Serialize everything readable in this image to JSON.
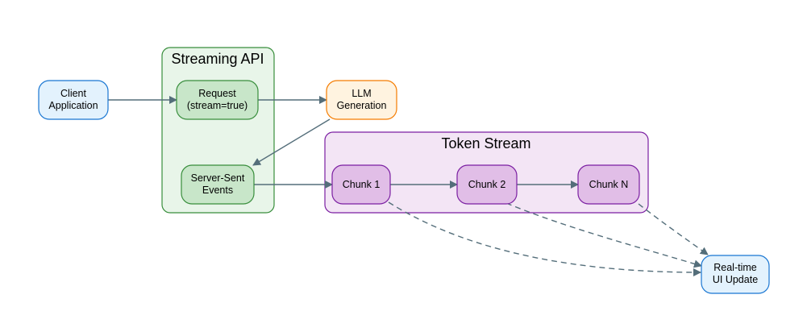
{
  "clusters": {
    "streaming_api": {
      "label": "Streaming API"
    },
    "token_stream": {
      "label": "Token Stream"
    }
  },
  "nodes": {
    "client": {
      "line1": "Client",
      "line2": "Application"
    },
    "request": {
      "line1": "Request",
      "line2": "(stream=true)"
    },
    "llm": {
      "line1": "LLM",
      "line2": "Generation"
    },
    "sse": {
      "line1": "Server-Sent",
      "line2": "Events"
    },
    "chunk1": {
      "label": "Chunk 1"
    },
    "chunk2": {
      "label": "Chunk 2"
    },
    "chunkn": {
      "label": "Chunk N"
    },
    "ui": {
      "line1": "Real-time",
      "line2": "UI Update"
    }
  },
  "colors": {
    "client_fill": "#e3f2fd",
    "client_stroke": "#1976d2",
    "api_cluster_fill": "#e8f5e9",
    "api_cluster_stroke": "#388e3c",
    "api_node_fill": "#c8e6c9",
    "llm_fill": "#fff3e0",
    "llm_stroke": "#f57c00",
    "stream_cluster_fill": "#f3e5f5",
    "stream_cluster_stroke": "#7b1fa2",
    "chunk_fill": "#e1bee7",
    "edge": "#546e7a"
  }
}
